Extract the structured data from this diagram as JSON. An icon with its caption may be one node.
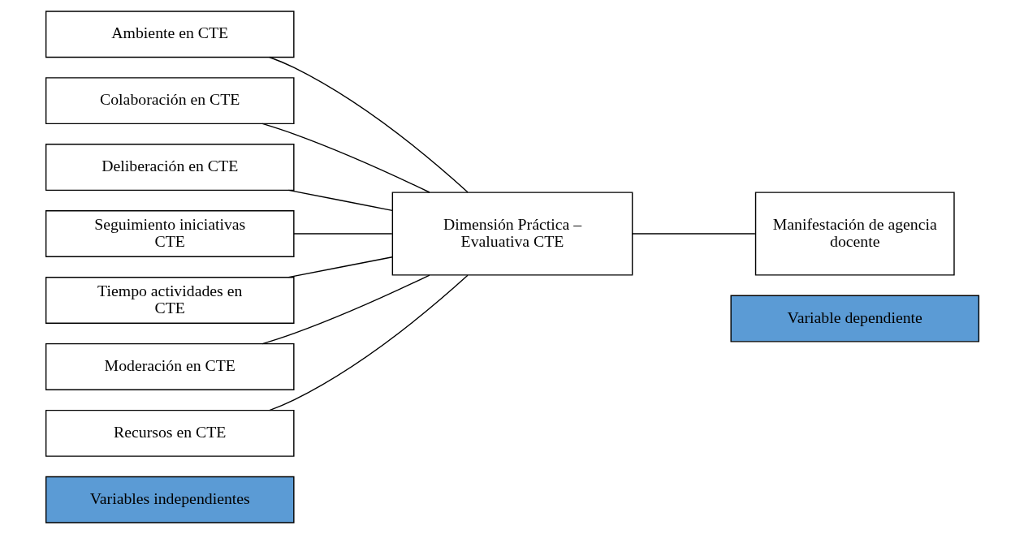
{
  "diagram": {
    "nodes": [
      {
        "text": [
          "Variables independientes"
        ]
      },
      {
        "text": [
          "Variable dependiente"
        ]
      },
      {
        "text": [
          "Ambiente en CTE"
        ]
      },
      {
        "text": [
          "Colaboración en CTE"
        ]
      },
      {
        "text": [
          "Deliberación en CTE"
        ]
      },
      {
        "text": [
          "Seguimiento iniciativas CTE"
        ]
      },
      {
        "text": [
          "Tiempo actividades en CTE"
        ]
      },
      {
        "text": [
          "Moderación en CTE"
        ]
      },
      {
        "text": [
          "Recursos en CTE"
        ]
      },
      {
        "text": [
          "Dimensión Práctica – Evaluativa CTE"
        ]
      },
      {
        "text": [
          "Manifestación de agencia docente"
        ]
      }
    ],
    "edges": [
      {
        "from": 2,
        "to": 9,
        "arrow": "none"
      },
      {
        "from": 3,
        "to": 9,
        "arrow": "none"
      },
      {
        "from": 4,
        "to": 9,
        "arrow": "none"
      },
      {
        "from": 5,
        "to": 9,
        "arrow": "none"
      },
      {
        "from": 6,
        "to": 9,
        "arrow": "none"
      },
      {
        "from": 7,
        "to": 9,
        "arrow": "none"
      },
      {
        "from": 8,
        "to": 9,
        "arrow": "none"
      },
      {
        "from": 9,
        "to": 10,
        "arrow": "none"
      }
    ]
  }
}
